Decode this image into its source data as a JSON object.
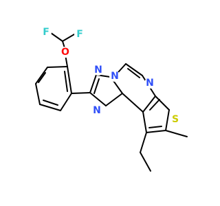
{
  "molecule": {
    "atoms": [
      {
        "id": "F1",
        "label": "F",
        "color": "#33CCCC"
      },
      {
        "id": "F2",
        "label": "F",
        "color": "#33CCCC"
      },
      {
        "id": "O",
        "label": "O",
        "color": "#FF0D0D"
      },
      {
        "id": "N1",
        "label": "N",
        "color": "#3050F8"
      },
      {
        "id": "N2",
        "label": "N",
        "color": "#3050F8"
      },
      {
        "id": "N3",
        "label": "N",
        "color": "#3050F8"
      },
      {
        "id": "N4",
        "label": "N",
        "color": "#3050F8"
      },
      {
        "id": "S",
        "label": "S",
        "color": "#CCCC00"
      }
    ]
  }
}
